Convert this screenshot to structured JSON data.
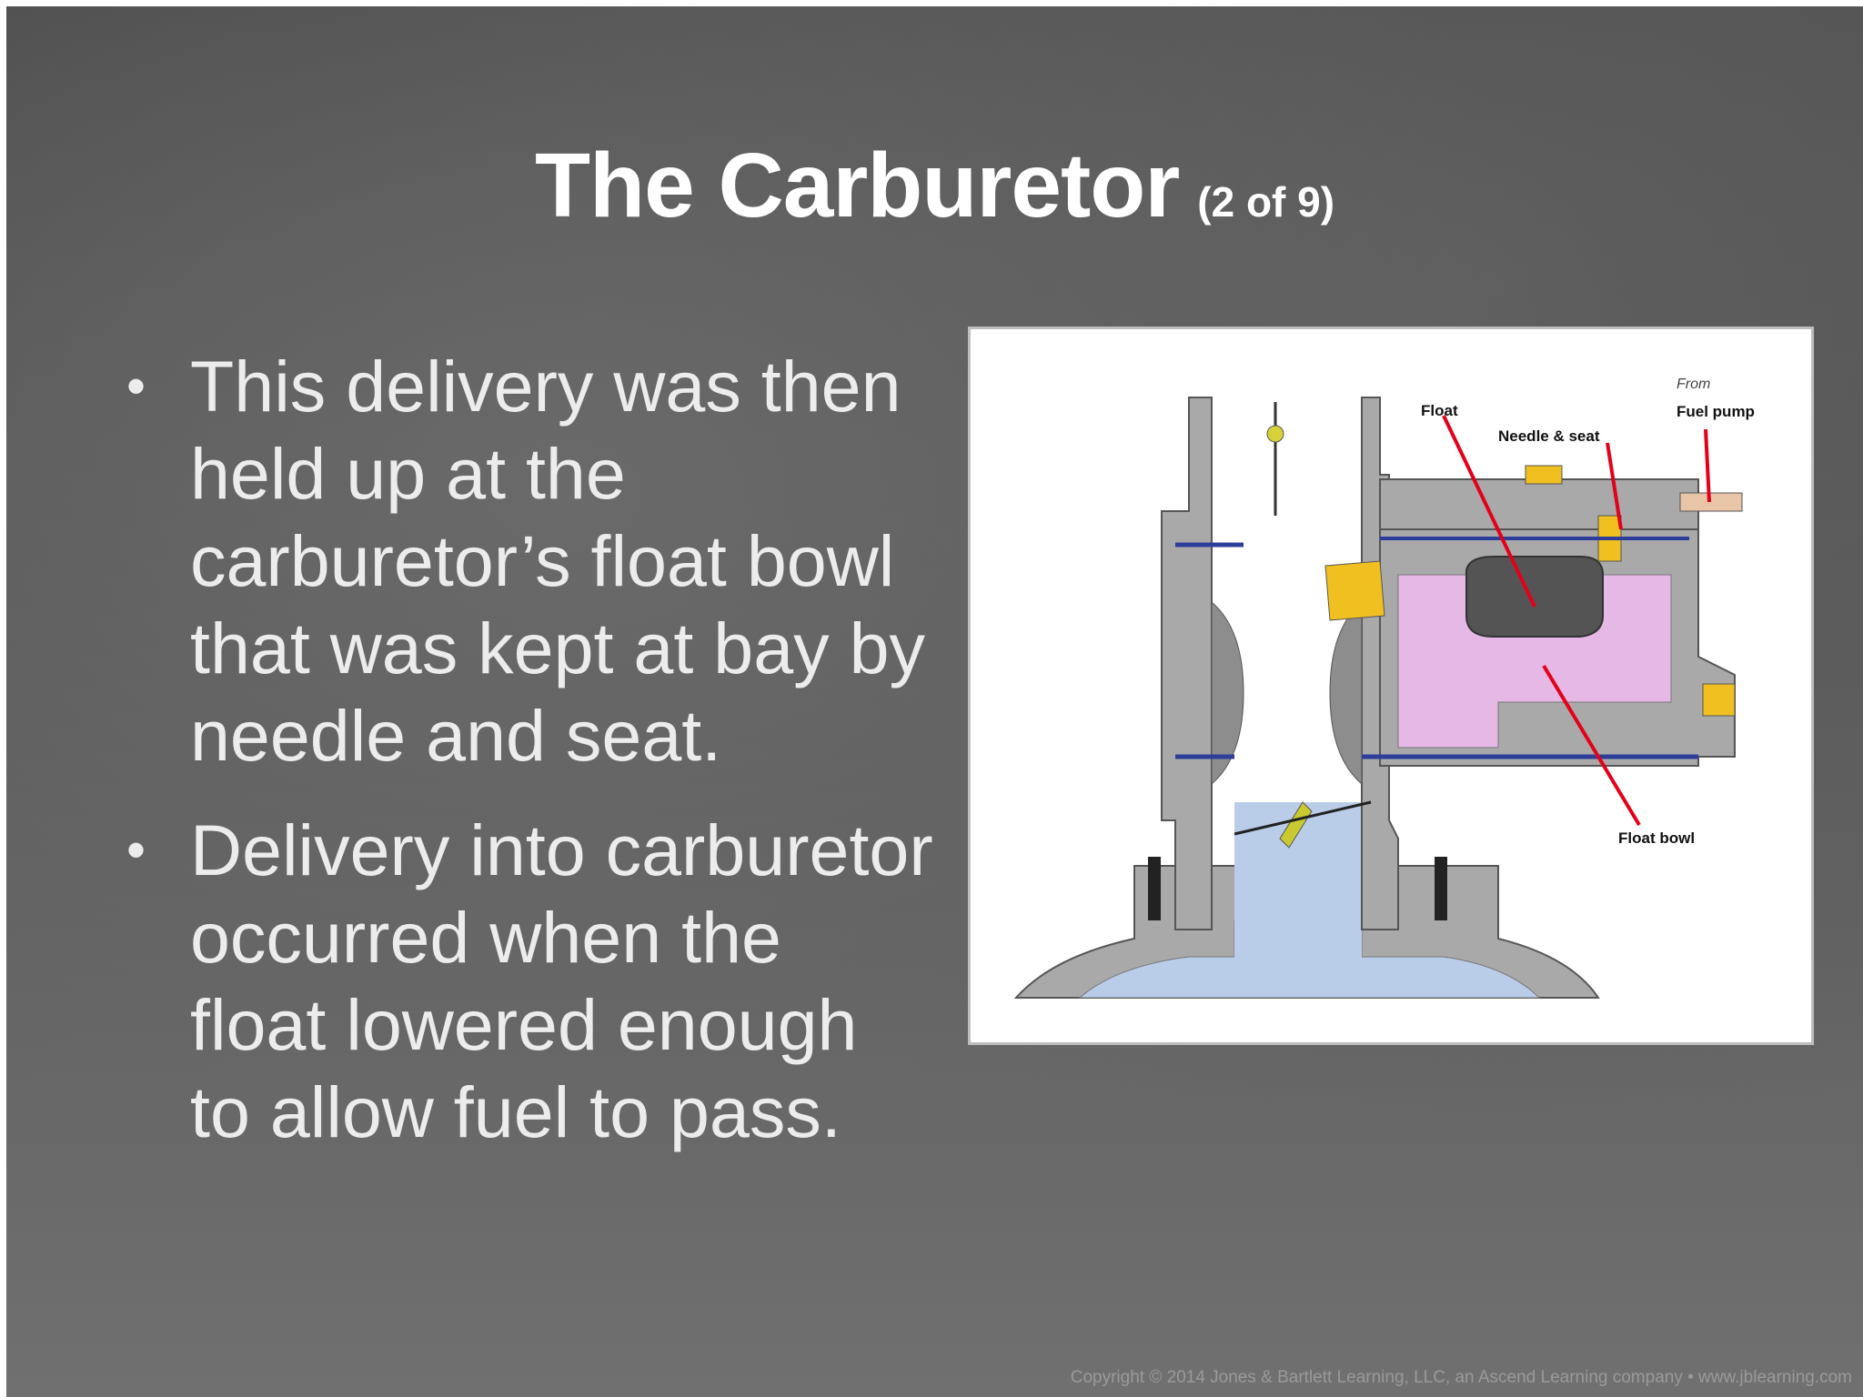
{
  "slide": {
    "title": "The Carburetor",
    "title_count": "(2 of 9)",
    "bullets": [
      {
        "text": "This delivery was then held up at the carburetor’s float bowl that was kept at bay by needle and seat."
      },
      {
        "text": "Delivery into carburetor occurred when the float lowered enough to allow fuel to pass."
      }
    ],
    "bullet_symbol": "•",
    "copyright": "Copyright © 2014 Jones & Bartlett Learning, LLC, an Ascend Learning company • www.jblearning.com"
  },
  "figure": {
    "labels": {
      "float": "Float",
      "needle_seat": "Needle & seat",
      "from": "From",
      "fuel_pump": "Fuel pump",
      "float_bowl": "Float bowl"
    },
    "colors": {
      "body": "#a9a9a9",
      "fuel": "#e6b8e6",
      "air": "#b9cde8",
      "float": "#545454",
      "brass": "#f0c020",
      "leader": "#e3001b"
    }
  }
}
